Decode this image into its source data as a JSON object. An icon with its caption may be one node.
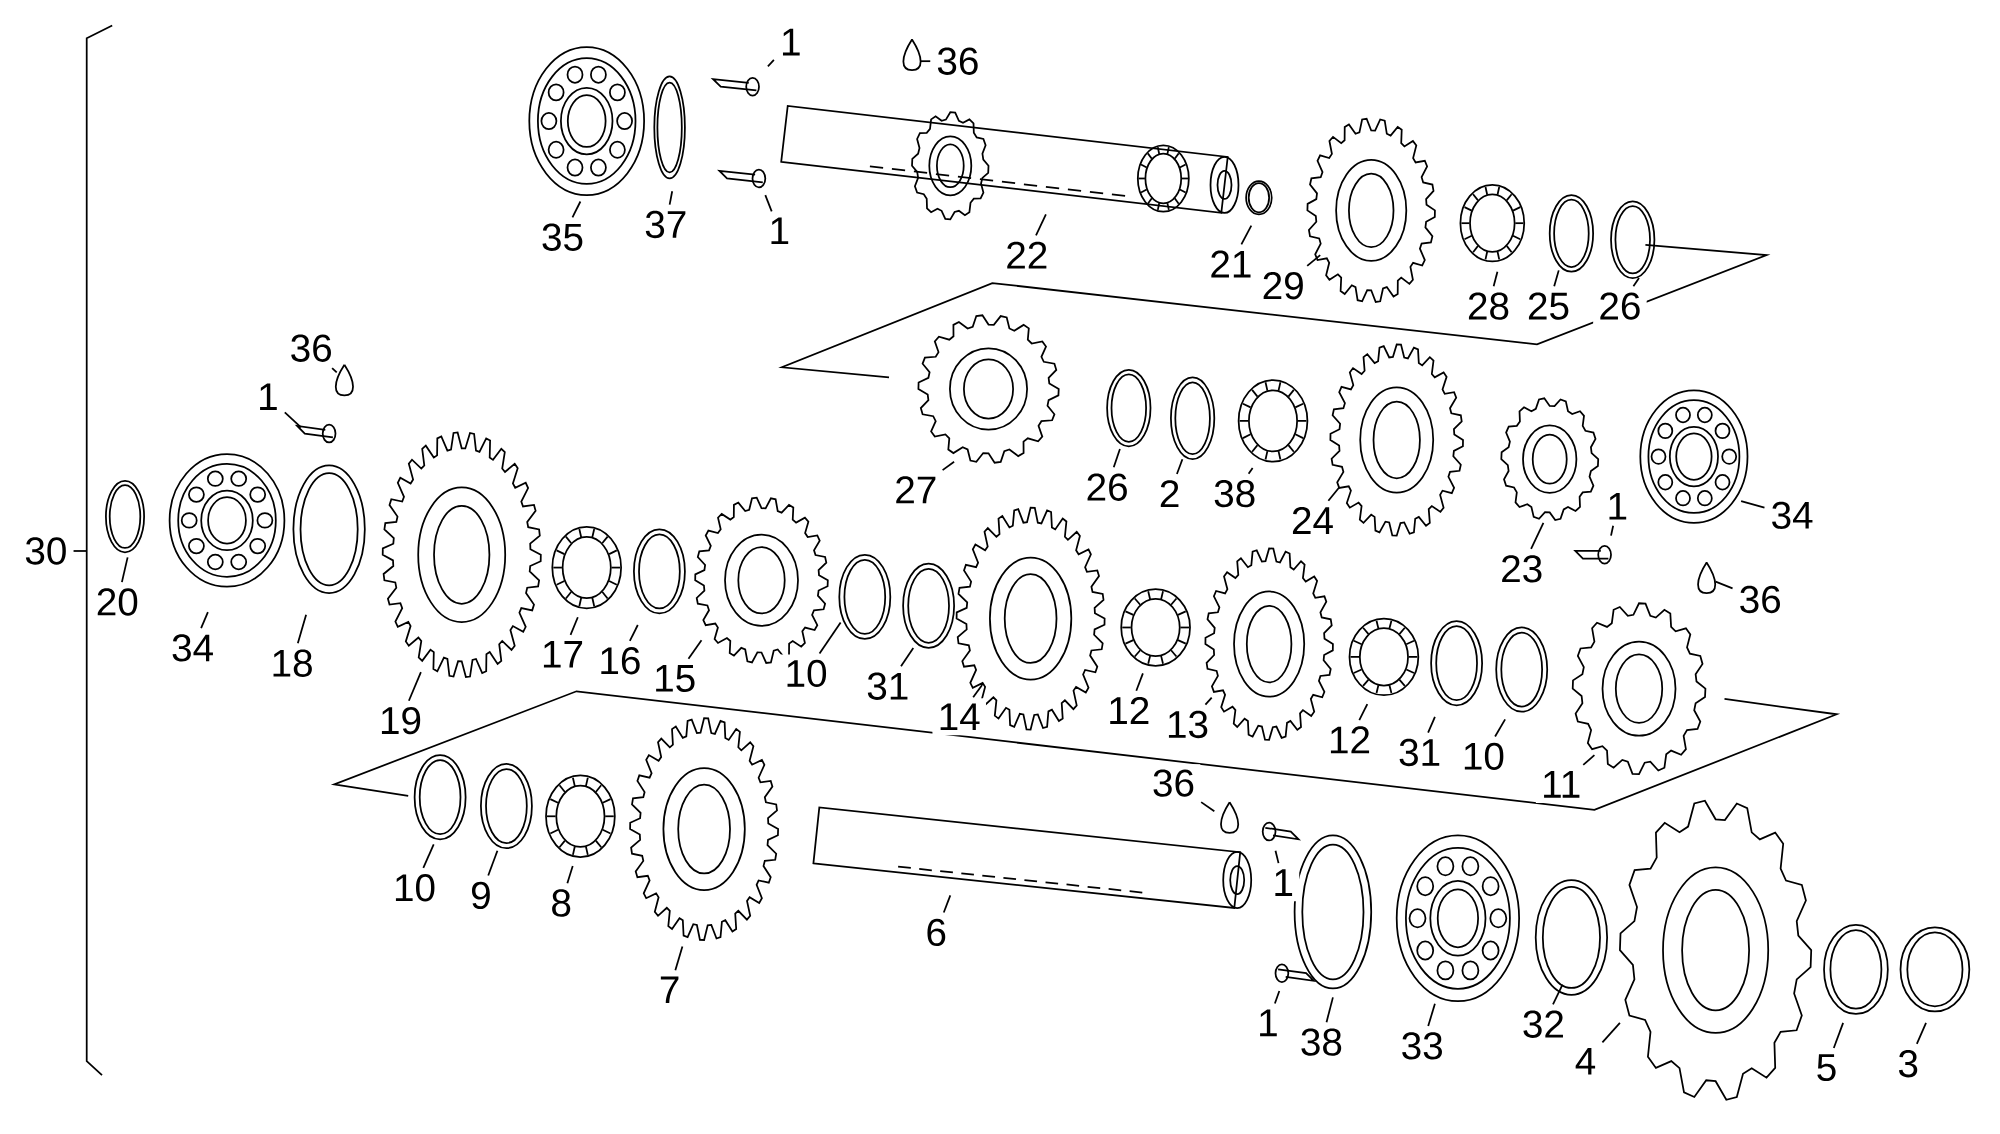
{
  "diagram": {
    "nodes": [
      {
        "text": [
          "1"
        ]
      },
      {
        "text": [
          "36"
        ]
      },
      {
        "text": [
          "1"
        ]
      },
      {
        "text": [
          "35"
        ]
      },
      {
        "text": [
          "37"
        ]
      },
      {
        "text": [
          "22"
        ]
      },
      {
        "text": [
          "21"
        ]
      },
      {
        "text": [
          "29"
        ]
      },
      {
        "text": [
          "28"
        ]
      },
      {
        "text": [
          "25"
        ]
      },
      {
        "text": [
          "26"
        ]
      },
      {
        "text": [
          "36"
        ]
      },
      {
        "text": [
          "1"
        ]
      },
      {
        "text": [
          "26"
        ]
      },
      {
        "text": [
          "2"
        ]
      },
      {
        "text": [
          "38"
        ]
      },
      {
        "text": [
          "24"
        ]
      },
      {
        "text": [
          "27"
        ]
      },
      {
        "text": [
          "1"
        ]
      },
      {
        "text": [
          "34"
        ]
      },
      {
        "text": [
          "23"
        ]
      },
      {
        "text": [
          "36"
        ]
      },
      {
        "text": [
          "30"
        ]
      },
      {
        "text": [
          "20"
        ]
      },
      {
        "text": [
          "34"
        ]
      },
      {
        "text": [
          "18"
        ]
      },
      {
        "text": [
          "19"
        ]
      },
      {
        "text": [
          "17"
        ]
      },
      {
        "text": [
          "16"
        ]
      },
      {
        "text": [
          "15"
        ]
      },
      {
        "text": [
          "10"
        ]
      },
      {
        "text": [
          "31"
        ]
      },
      {
        "text": [
          "14"
        ]
      },
      {
        "text": [
          "12"
        ]
      },
      {
        "text": [
          "13"
        ]
      },
      {
        "text": [
          "12"
        ]
      },
      {
        "text": [
          "31"
        ]
      },
      {
        "text": [
          "10"
        ]
      },
      {
        "text": [
          "11"
        ]
      },
      {
        "text": [
          "36"
        ]
      },
      {
        "text": [
          "10"
        ]
      },
      {
        "text": [
          "9"
        ]
      },
      {
        "text": [
          "8"
        ]
      },
      {
        "text": [
          "6"
        ]
      },
      {
        "text": [
          "1"
        ]
      },
      {
        "text": [
          "7"
        ]
      },
      {
        "text": [
          "1"
        ]
      },
      {
        "text": [
          "38"
        ]
      },
      {
        "text": [
          "33"
        ]
      },
      {
        "text": [
          "32"
        ]
      },
      {
        "text": [
          "4"
        ]
      },
      {
        "text": [
          "5"
        ]
      },
      {
        "text": [
          "3"
        ]
      }
    ],
    "edges": [
      {
        "from": 0,
        "to": null,
        "arrow": "none"
      },
      {
        "from": 1,
        "to": null,
        "arrow": "none"
      },
      {
        "from": 2,
        "to": null,
        "arrow": "none"
      },
      {
        "from": 3,
        "to": null,
        "arrow": "none"
      },
      {
        "from": 4,
        "to": null,
        "arrow": "none"
      },
      {
        "from": 5,
        "to": null,
        "arrow": "none"
      },
      {
        "from": 6,
        "to": null,
        "arrow": "none"
      },
      {
        "from": 7,
        "to": null,
        "arrow": "none"
      },
      {
        "from": 8,
        "to": null,
        "arrow": "none"
      },
      {
        "from": 9,
        "to": null,
        "arrow": "none"
      },
      {
        "from": 10,
        "to": null,
        "arrow": "none"
      },
      {
        "from": 11,
        "to": null,
        "arrow": "none"
      },
      {
        "from": 12,
        "to": null,
        "arrow": "none"
      },
      {
        "from": 13,
        "to": null,
        "arrow": "none"
      },
      {
        "from": 14,
        "to": null,
        "arrow": "none"
      },
      {
        "from": 15,
        "to": null,
        "arrow": "none"
      },
      {
        "from": 16,
        "to": null,
        "arrow": "none"
      },
      {
        "from": 17,
        "to": null,
        "arrow": "none"
      },
      {
        "from": 18,
        "to": null,
        "arrow": "none"
      },
      {
        "from": 19,
        "to": null,
        "arrow": "none"
      },
      {
        "from": 20,
        "to": null,
        "arrow": "none"
      },
      {
        "from": 21,
        "to": null,
        "arrow": "none"
      },
      {
        "from": 22,
        "to": null,
        "arrow": "none"
      },
      {
        "from": 23,
        "to": null,
        "arrow": "none"
      },
      {
        "from": 24,
        "to": null,
        "arrow": "none"
      },
      {
        "from": 25,
        "to": null,
        "arrow": "none"
      },
      {
        "from": 26,
        "to": null,
        "arrow": "none"
      },
      {
        "from": 27,
        "to": null,
        "arrow": "none"
      },
      {
        "from": 28,
        "to": null,
        "arrow": "none"
      },
      {
        "from": 29,
        "to": null,
        "arrow": "none"
      },
      {
        "from": 30,
        "to": null,
        "arrow": "none"
      },
      {
        "from": 31,
        "to": null,
        "arrow": "none"
      },
      {
        "from": 32,
        "to": null,
        "arrow": "none"
      },
      {
        "from": 33,
        "to": null,
        "arrow": "none"
      },
      {
        "from": 34,
        "to": null,
        "arrow": "none"
      },
      {
        "from": 35,
        "to": null,
        "arrow": "none"
      },
      {
        "from": 36,
        "to": null,
        "arrow": "none"
      },
      {
        "from": 37,
        "to": null,
        "arrow": "none"
      },
      {
        "from": 38,
        "to": null,
        "arrow": "none"
      },
      {
        "from": 39,
        "to": null,
        "arrow": "none"
      },
      {
        "from": 40,
        "to": null,
        "arrow": "none"
      },
      {
        "from": 41,
        "to": null,
        "arrow": "none"
      },
      {
        "from": 42,
        "to": null,
        "arrow": "none"
      },
      {
        "from": 43,
        "to": null,
        "arrow": "none"
      },
      {
        "from": 44,
        "to": null,
        "arrow": "none"
      },
      {
        "from": 45,
        "to": null,
        "arrow": "none"
      },
      {
        "from": 46,
        "to": null,
        "arrow": "none"
      },
      {
        "from": 47,
        "to": null,
        "arrow": "none"
      },
      {
        "from": 48,
        "to": null,
        "arrow": "none"
      },
      {
        "from": 49,
        "to": null,
        "arrow": "none"
      },
      {
        "from": 50,
        "to": null,
        "arrow": "none"
      },
      {
        "from": 51,
        "to": null,
        "arrow": "none"
      },
      {
        "from": 52,
        "to": null,
        "arrow": "none"
      }
    ]
  }
}
